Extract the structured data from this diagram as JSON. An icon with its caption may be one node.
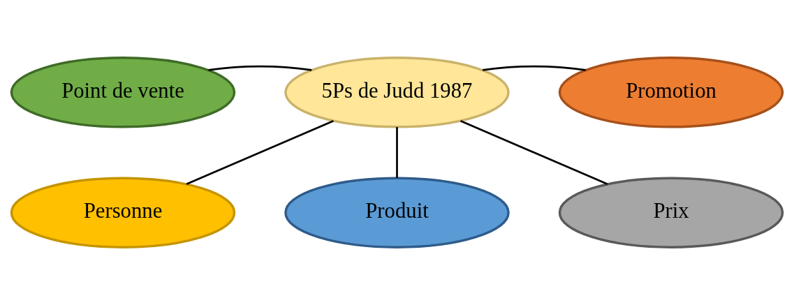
{
  "diagram": {
    "nodes": [
      {
        "text": [
          "Produit"
        ]
      },
      {
        "text": [
          "Personne"
        ]
      },
      {
        "text": [
          "Prix"
        ]
      },
      {
        "text": [
          "Point de vente"
        ]
      },
      {
        "text": [
          "Promotion"
        ]
      },
      {
        "text": [
          "5Ps de Judd 1987"
        ]
      }
    ],
    "edges": [
      {
        "from": 5,
        "to": 1,
        "arrow": "none"
      },
      {
        "from": 5,
        "to": 0,
        "arrow": "none"
      },
      {
        "from": 5,
        "to": 2,
        "arrow": "none"
      },
      {
        "from": 5,
        "to": 3,
        "arrow": "none"
      },
      {
        "from": 5,
        "to": 4,
        "arrow": "none"
      }
    ]
  }
}
